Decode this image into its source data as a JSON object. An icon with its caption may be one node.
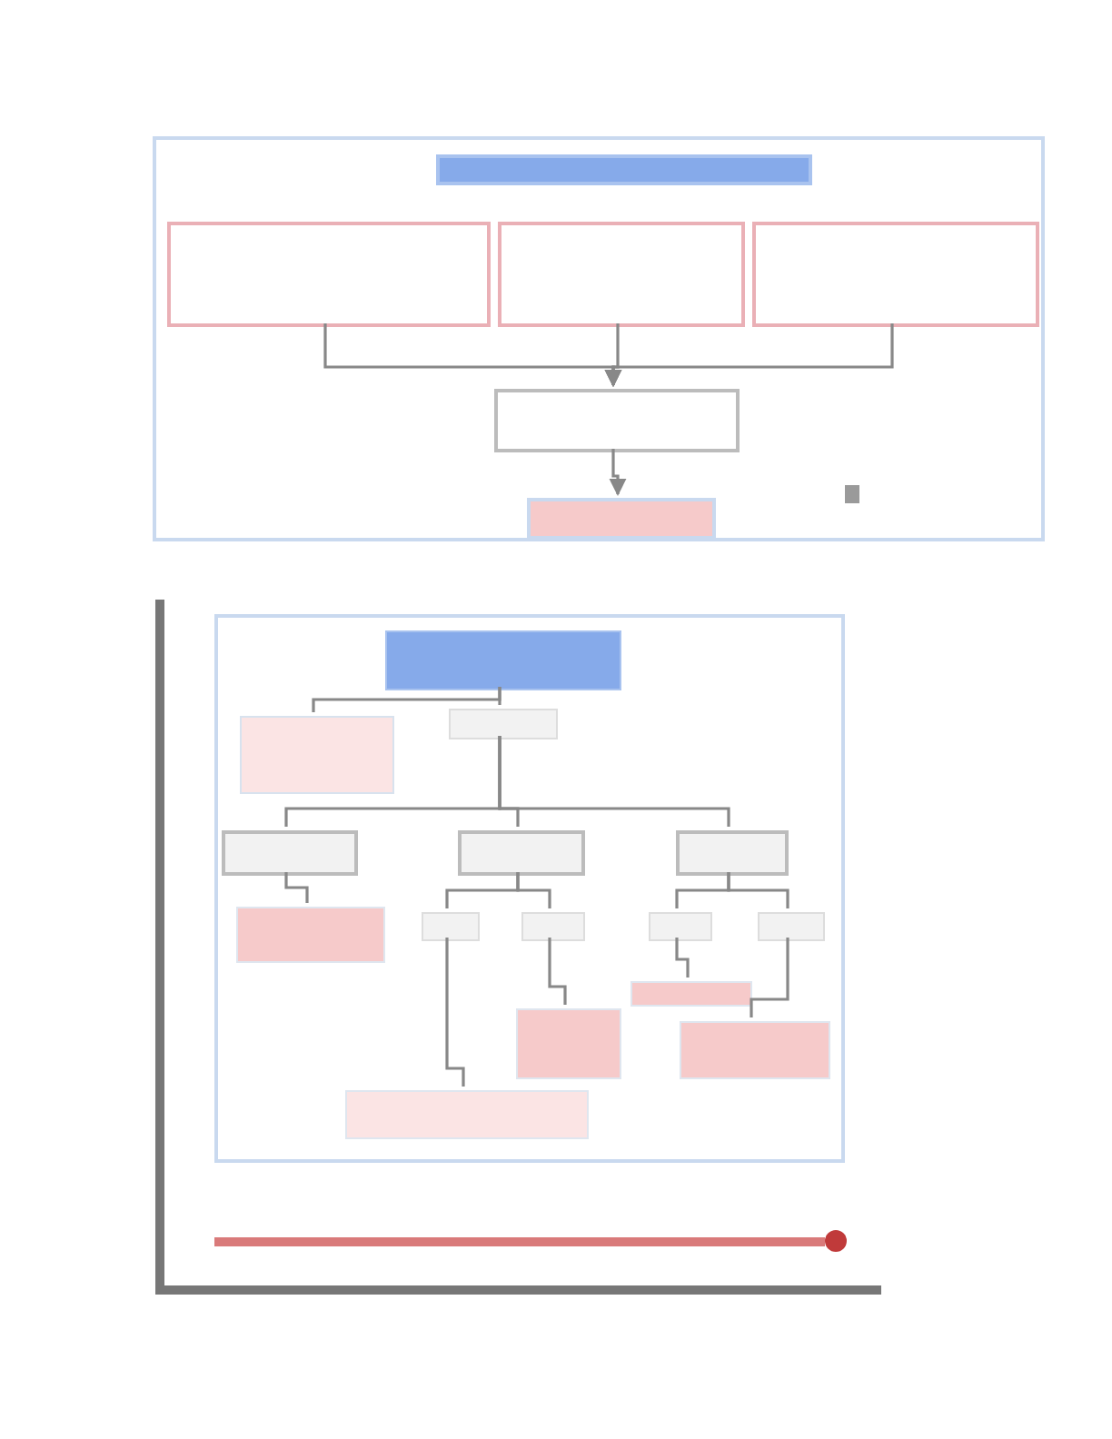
{
  "diagram": {
    "nodes": [
      {
        "text": [],
        "shape": "box"
      },
      {
        "text": [],
        "shape": "box",
        "in": 0
      },
      {
        "text": [],
        "shape": "box",
        "in": 0
      },
      {
        "text": [],
        "shape": "box",
        "in": 0
      },
      {
        "text": [],
        "shape": "box",
        "in": 0
      },
      {
        "text": [],
        "shape": "box",
        "in": 0
      },
      {
        "text": [],
        "shape": "box",
        "in": 0
      },
      {
        "text": [],
        "shape": "box"
      },
      {
        "text": [],
        "shape": "box",
        "in": 7
      },
      {
        "text": [],
        "shape": "box",
        "in": 7
      },
      {
        "text": [],
        "shape": "box",
        "in": 7
      },
      {
        "text": [],
        "shape": "box",
        "in": 7
      },
      {
        "text": [],
        "shape": "box",
        "in": 7
      },
      {
        "text": [],
        "shape": "box",
        "in": 7
      },
      {
        "text": [],
        "shape": "box",
        "in": 7
      },
      {
        "text": [],
        "shape": "box",
        "in": 7
      },
      {
        "text": [],
        "shape": "box",
        "in": 7
      },
      {
        "text": [],
        "shape": "box",
        "in": 7
      },
      {
        "text": [],
        "shape": "box",
        "in": 7
      },
      {
        "text": [],
        "shape": "box",
        "in": 7
      },
      {
        "text": [],
        "shape": "box",
        "in": 7
      },
      {
        "text": [],
        "shape": "box",
        "in": 7
      },
      {
        "text": [],
        "shape": "box",
        "in": 7
      }
    ],
    "edges": [
      {
        "from": 2,
        "to": 5,
        "arrow": "to"
      },
      {
        "from": 3,
        "to": 5,
        "arrow": "to"
      },
      {
        "from": 4,
        "to": 5,
        "arrow": "to"
      },
      {
        "from": 5,
        "to": 6,
        "arrow": "to"
      },
      {
        "from": 8,
        "to": 9,
        "arrow": "none"
      },
      {
        "from": 8,
        "to": 10,
        "arrow": "none"
      },
      {
        "from": 10,
        "to": 11,
        "arrow": "none"
      },
      {
        "from": 10,
        "to": 12,
        "arrow": "none"
      },
      {
        "from": 10,
        "to": 13,
        "arrow": "none"
      },
      {
        "from": 11,
        "to": 14,
        "arrow": "none"
      },
      {
        "from": 12,
        "to": 15,
        "arrow": "none"
      },
      {
        "from": 12,
        "to": 16,
        "arrow": "none"
      },
      {
        "from": 13,
        "to": 17,
        "arrow": "none"
      },
      {
        "from": 13,
        "to": 18,
        "arrow": "none"
      },
      {
        "from": 17,
        "to": 19,
        "arrow": "none"
      },
      {
        "from": 16,
        "to": 20,
        "arrow": "none"
      },
      {
        "from": 18,
        "to": 21,
        "arrow": "none"
      },
      {
        "from": 15,
        "to": 22,
        "arrow": "none"
      }
    ]
  }
}
